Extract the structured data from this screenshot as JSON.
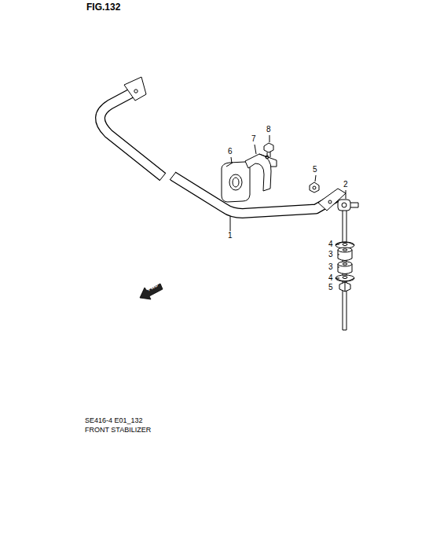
{
  "diagram": {
    "labels": [
      "FIG.132",
      "8",
      "7",
      "6",
      "5",
      "2",
      "1",
      "4",
      "3",
      "3",
      "4",
      "5",
      "FWD",
      "SE416-4 E01_132",
      "FRONT STABILIZER"
    ]
  }
}
